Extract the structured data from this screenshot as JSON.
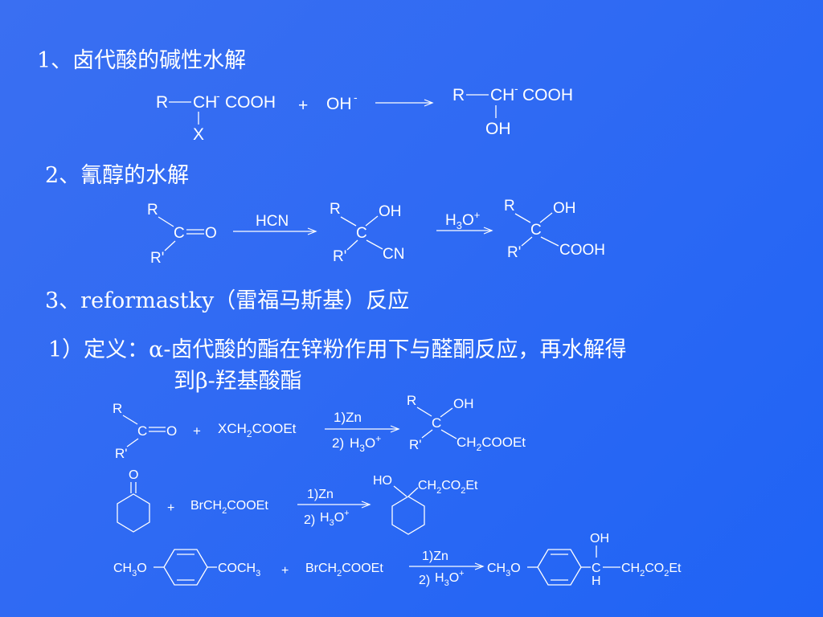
{
  "headings": {
    "h1": "1、卤代酸的碱性水解",
    "h2": "2、氰醇的水解",
    "h3": "3、reformastky（雷福马斯基）反应"
  },
  "definition": {
    "line1": "1）定义：α-卤代酸的酯在锌粉作用下与醛酮反应，再水解得",
    "line2": "到β-羟基酸酯"
  },
  "chem": {
    "r1": {
      "R": "R",
      "CH": "CH",
      "dash": "-",
      "COOH": "COOH",
      "X": "X",
      "plus": "+",
      "OH": "OH",
      "neg": "-",
      "pR": "R",
      "pCH": "CH",
      "pdash": "-",
      "pCOOH": "COOH",
      "pOH": "OH"
    },
    "r2": {
      "R": "R",
      "C": "C",
      "O": "O",
      "Rp": "R'",
      "reagent1": "HCN",
      "iR": "R",
      "iOH": "OH",
      "iC": "C",
      "iRp": "R'",
      "iCN": "CN",
      "r2H": "H",
      "r2sub": "3",
      "r2O": "O",
      "r2sup": "+",
      "pR": "R",
      "pOH": "OH",
      "pC": "C",
      "pRp": "R'",
      "pCOOH": "COOH"
    },
    "r3": {
      "R": "R",
      "C": "C",
      "O": "O",
      "Rp": "R'",
      "plus": "+",
      "XCH": "XCH",
      "sub2": "2",
      "COOEt": "COOEt",
      "step1": "1)Zn",
      "step2": "2)",
      "H": "H",
      "sub3": "3",
      "Ostar": "O",
      "sup": "+",
      "pR": "R",
      "pOH": "OH",
      "pC": "C",
      "pRp": "R'",
      "pCH": "CH",
      "psub2": "2",
      "pCOOEt": "COOEt"
    },
    "r4": {
      "O": "O",
      "plus": "+",
      "BrCH": "BrCH",
      "sub2": "2",
      "COOEt": "COOEt",
      "step1": "1)Zn",
      "step2": "2)",
      "H": "H",
      "sub3": "3",
      "Ostar": "O",
      "sup": "+",
      "HO": "HO",
      "pCH": "CH",
      "psub2a": "2",
      "pCO": "CO",
      "psub2b": "2",
      "pEt": "Et"
    },
    "r5": {
      "CH": "CH",
      "sub3a": "3",
      "O": "O",
      "COCH": "COCH",
      "sub3b": "3",
      "plus": "+",
      "BrCH": "BrCH",
      "sub2": "2",
      "COOEt": "COOEt",
      "step1": "1)Zn",
      "step2": "2)",
      "H": "H",
      "sub3": "3",
      "Ostar": "O",
      "sup": "+",
      "pCH": "CH",
      "psub3": "3",
      "pO": "O",
      "pOH": "OH",
      "pC": "C",
      "pH": "H",
      "pCH2": "CH",
      "psub2a": "2",
      "pCO": "CO",
      "psub2b": "2",
      "pEt": "Et"
    }
  }
}
